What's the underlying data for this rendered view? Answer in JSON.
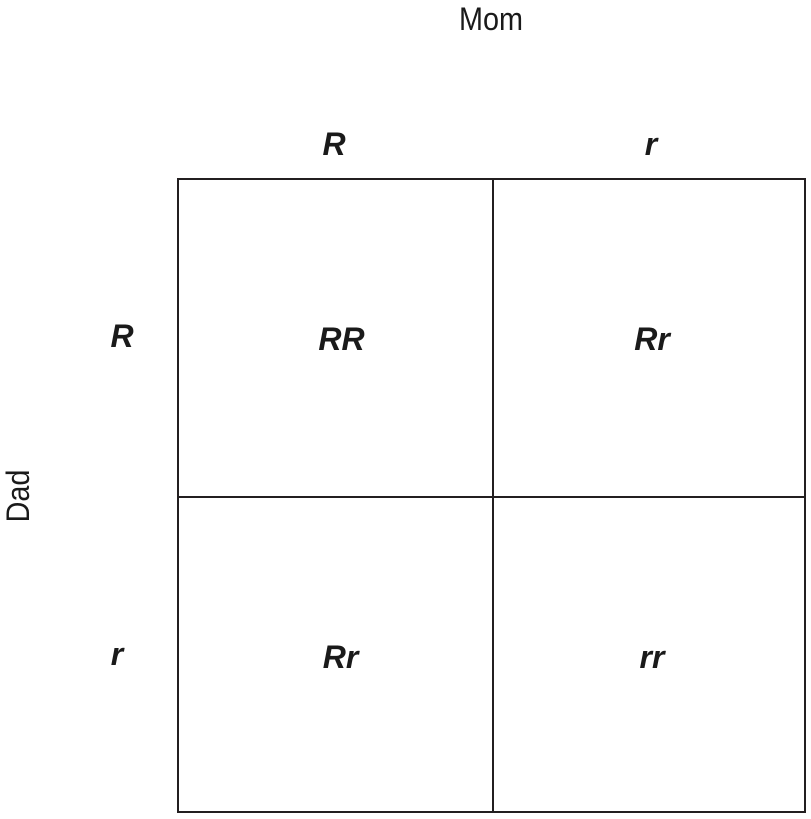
{
  "diagram": {
    "type": "punnett-square",
    "top_parent": {
      "label": "Mom",
      "alleles": [
        "R",
        "r"
      ]
    },
    "side_parent": {
      "label": "Dad",
      "alleles": [
        "R",
        "r"
      ]
    },
    "cells": [
      [
        "RR",
        "Rr"
      ],
      [
        "Rr",
        "rr"
      ]
    ],
    "colors": {
      "text": "#1a1a1a",
      "grid_line": "#231f20",
      "background": "#ffffff"
    }
  }
}
